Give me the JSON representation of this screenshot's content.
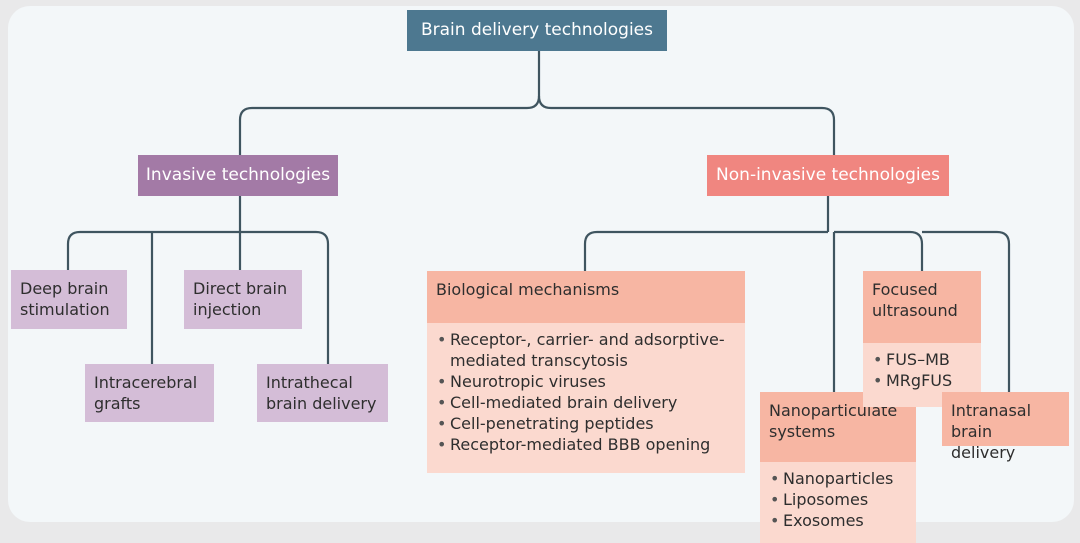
{
  "root": {
    "label": "Brain delivery technologies"
  },
  "invasive": {
    "label": "Invasive technologies",
    "children": [
      {
        "label": "Deep brain stimulation"
      },
      {
        "label": "Intracerebral grafts"
      },
      {
        "label": "Direct brain injection"
      },
      {
        "label": "Intrathecal brain delivery"
      }
    ]
  },
  "noninvasive": {
    "label": "Non-invasive technologies",
    "biological": {
      "label": "Biological mechanisms",
      "items": [
        "Receptor-, carrier- and adsorptive-mediated transcytosis",
        "Neurotropic viruses",
        "Cell-mediated brain delivery",
        "Cell-penetrating peptides",
        "Receptor-mediated BBB opening"
      ]
    },
    "nanoparticulate": {
      "label": "Nanoparticulate systems",
      "items": [
        "Nanoparticles",
        "Liposomes",
        "Exosomes"
      ]
    },
    "ultrasound": {
      "label": "Focused ultrasound",
      "items": [
        "FUS–MB",
        "MRgFUS"
      ]
    },
    "intranasal": {
      "label": "Intranasal brain delivery"
    }
  },
  "colors": {
    "root": "#4d7890",
    "invasive": "#a37aa6",
    "invasive_leaf": "#d4bdd7",
    "noninvasive": "#f08680",
    "noninvasive_head": "#f7b6a3",
    "noninvasive_body": "#fbd9cf",
    "connector": "#3f5560"
  }
}
